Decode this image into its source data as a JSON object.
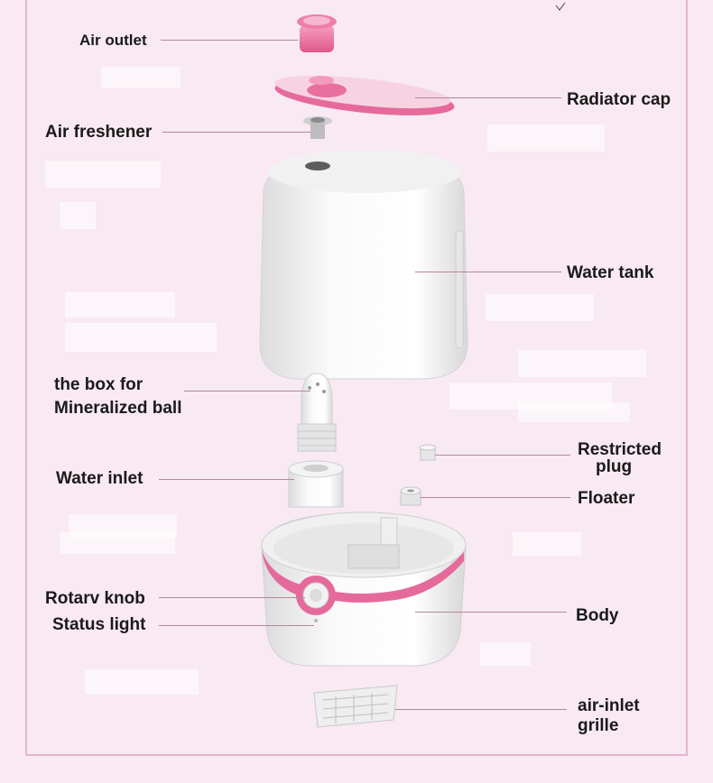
{
  "labels": {
    "air_outlet": "Air outlet",
    "radiator_cap": "Radiator cap",
    "air_freshener": "Air freshener",
    "water_tank": "Water tank",
    "mineral_box_line1": "the box  for",
    "mineral_box_line2": "Mineralized ball",
    "restricted_plug_line1": "Restricted",
    "restricted_plug_line2": "plug",
    "water_inlet": "Water inlet",
    "floater": "Floater",
    "rotary_knob": "Rotarv knob",
    "status_light": "Status light",
    "body": "Body",
    "air_inlet_grille_line1": "air-inlet",
    "air_inlet_grille_line2": "grille"
  },
  "colors": {
    "background": "#f8e9f2",
    "accent_pink": "#e56a9b",
    "part_white": "#f4f4f4",
    "leader_line": "#b0889d"
  }
}
